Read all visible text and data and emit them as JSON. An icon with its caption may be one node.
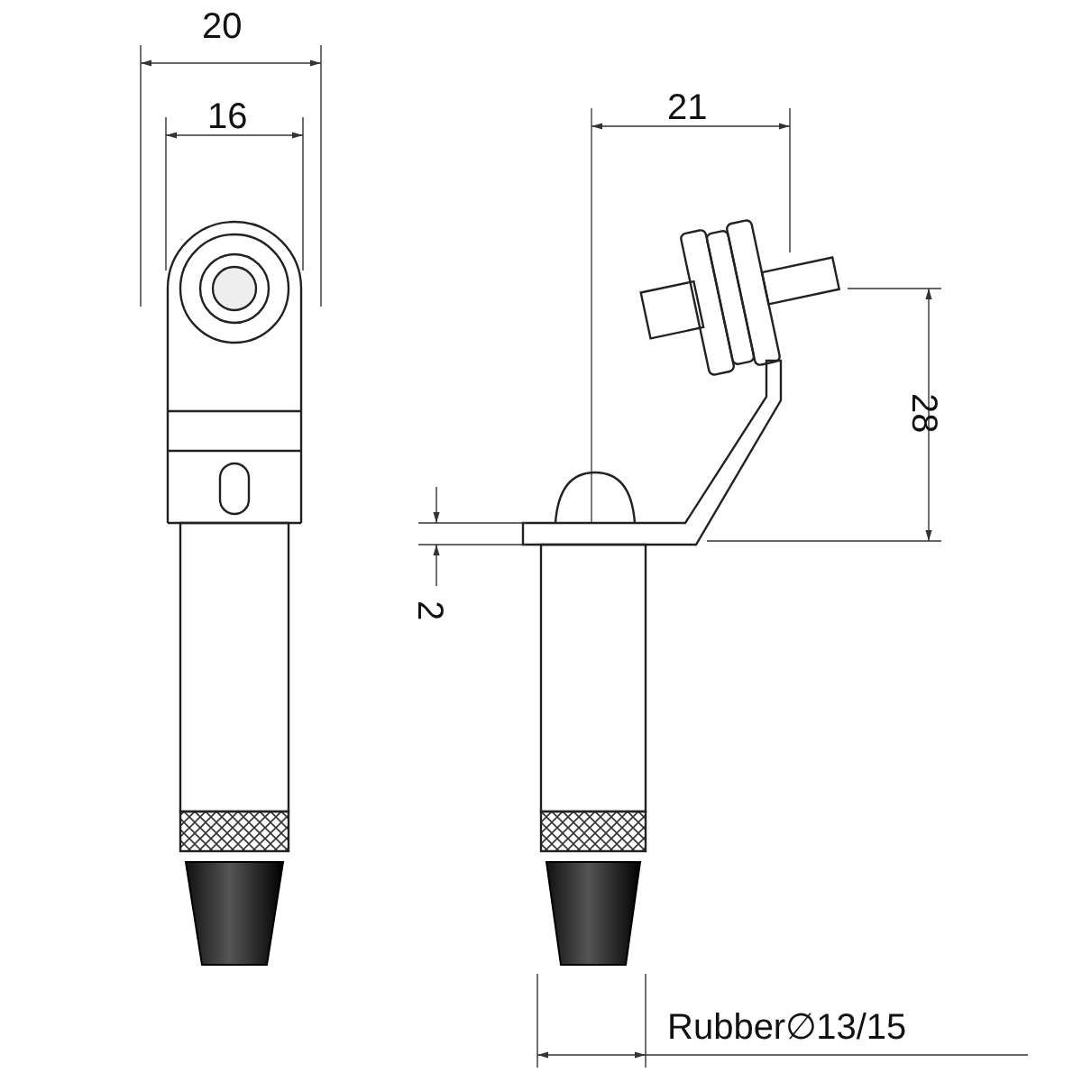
{
  "diagram": {
    "labels": [
      "20",
      "16",
      "21",
      "28",
      "2",
      "Rubber∅13/15"
    ]
  }
}
